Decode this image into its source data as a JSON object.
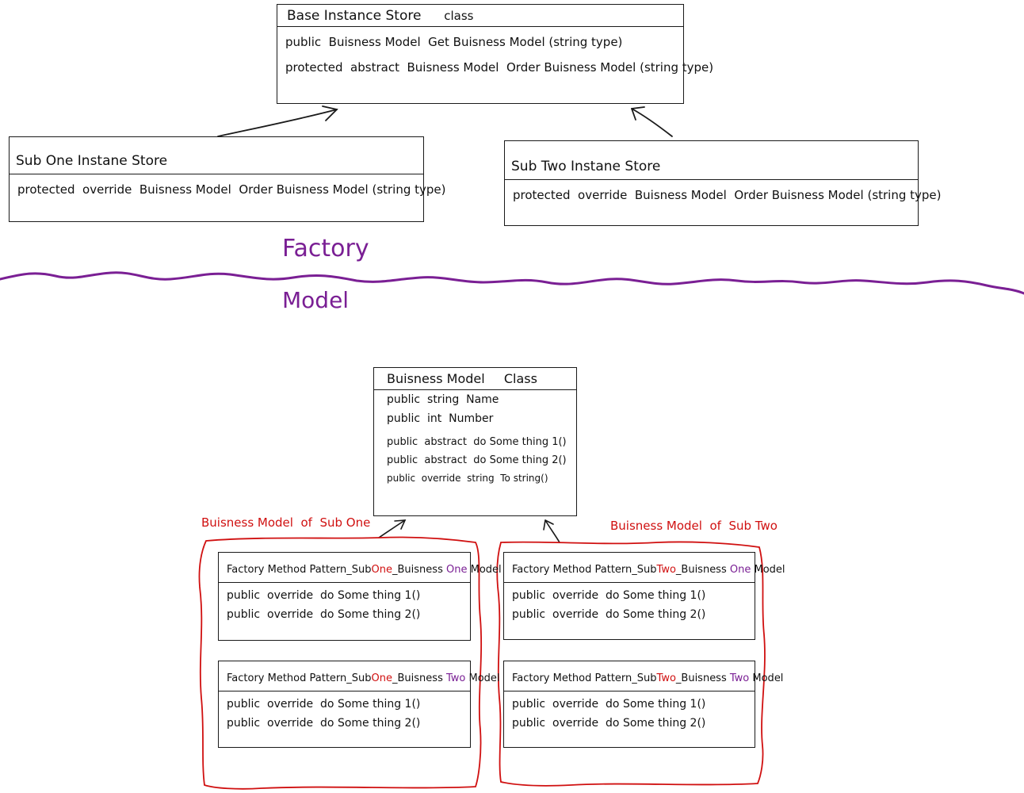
{
  "colors": {
    "ink": "#1a1a1a",
    "purple": "#7a1f94",
    "red": "#d01010"
  },
  "base_store": {
    "header": "Base Instance Store",
    "kind": "class",
    "rows": [
      "public  Buisness Model  Get Buisness Model (string type)",
      "protected  abstract  Buisness Model  Order Buisness Model (string type)"
    ]
  },
  "sub_one_store": {
    "header": "Sub One Instane Store",
    "rows": [
      "protected  override  Buisness Model  Order Buisness Model (string type)"
    ]
  },
  "sub_two_store": {
    "header": "Sub Two Instane Store",
    "rows": [
      "protected  override  Buisness Model  Order Buisness Model (string type)"
    ]
  },
  "divider": {
    "top_label": "Factory",
    "bottom_label": "Model"
  },
  "business_model": {
    "header": "Buisness Model",
    "kind": "Class",
    "rows": [
      "public  string  Name",
      "public  int  Number",
      "public  abstract  do Some thing 1()",
      "public  abstract  do Some thing 2()",
      "public  override  string  To string()"
    ]
  },
  "group_sub_one": {
    "label": "Buisness Model  of  Sub One",
    "classes": [
      {
        "prefix": "Factory Method Pattern_Sub",
        "sub": "One",
        "mid": "_Buisness",
        "model": "One",
        "suffix": "Model",
        "rows": [
          "public  override  do Some thing 1()",
          "public  override  do Some thing 2()"
        ]
      },
      {
        "prefix": "Factory Method Pattern_Sub",
        "sub": "One",
        "mid": "_Buisness",
        "model": "Two",
        "suffix": "Model",
        "rows": [
          "public  override  do Some thing 1()",
          "public  override  do Some thing 2()"
        ]
      }
    ]
  },
  "group_sub_two": {
    "label": "Buisness Model  of  Sub Two",
    "classes": [
      {
        "prefix": "Factory Method Pattern_Sub",
        "sub": "Two",
        "mid": "_Buisness",
        "model": "One",
        "suffix": "Model",
        "rows": [
          "public  override  do Some thing 1()",
          "public  override  do Some thing 2()"
        ]
      },
      {
        "prefix": "Factory Method Pattern_Sub",
        "sub": "Two",
        "mid": "_Buisness",
        "model": "Two",
        "suffix": "Model",
        "rows": [
          "public  override  do Some thing 1()",
          "public  override  do Some thing 2()"
        ]
      }
    ]
  }
}
